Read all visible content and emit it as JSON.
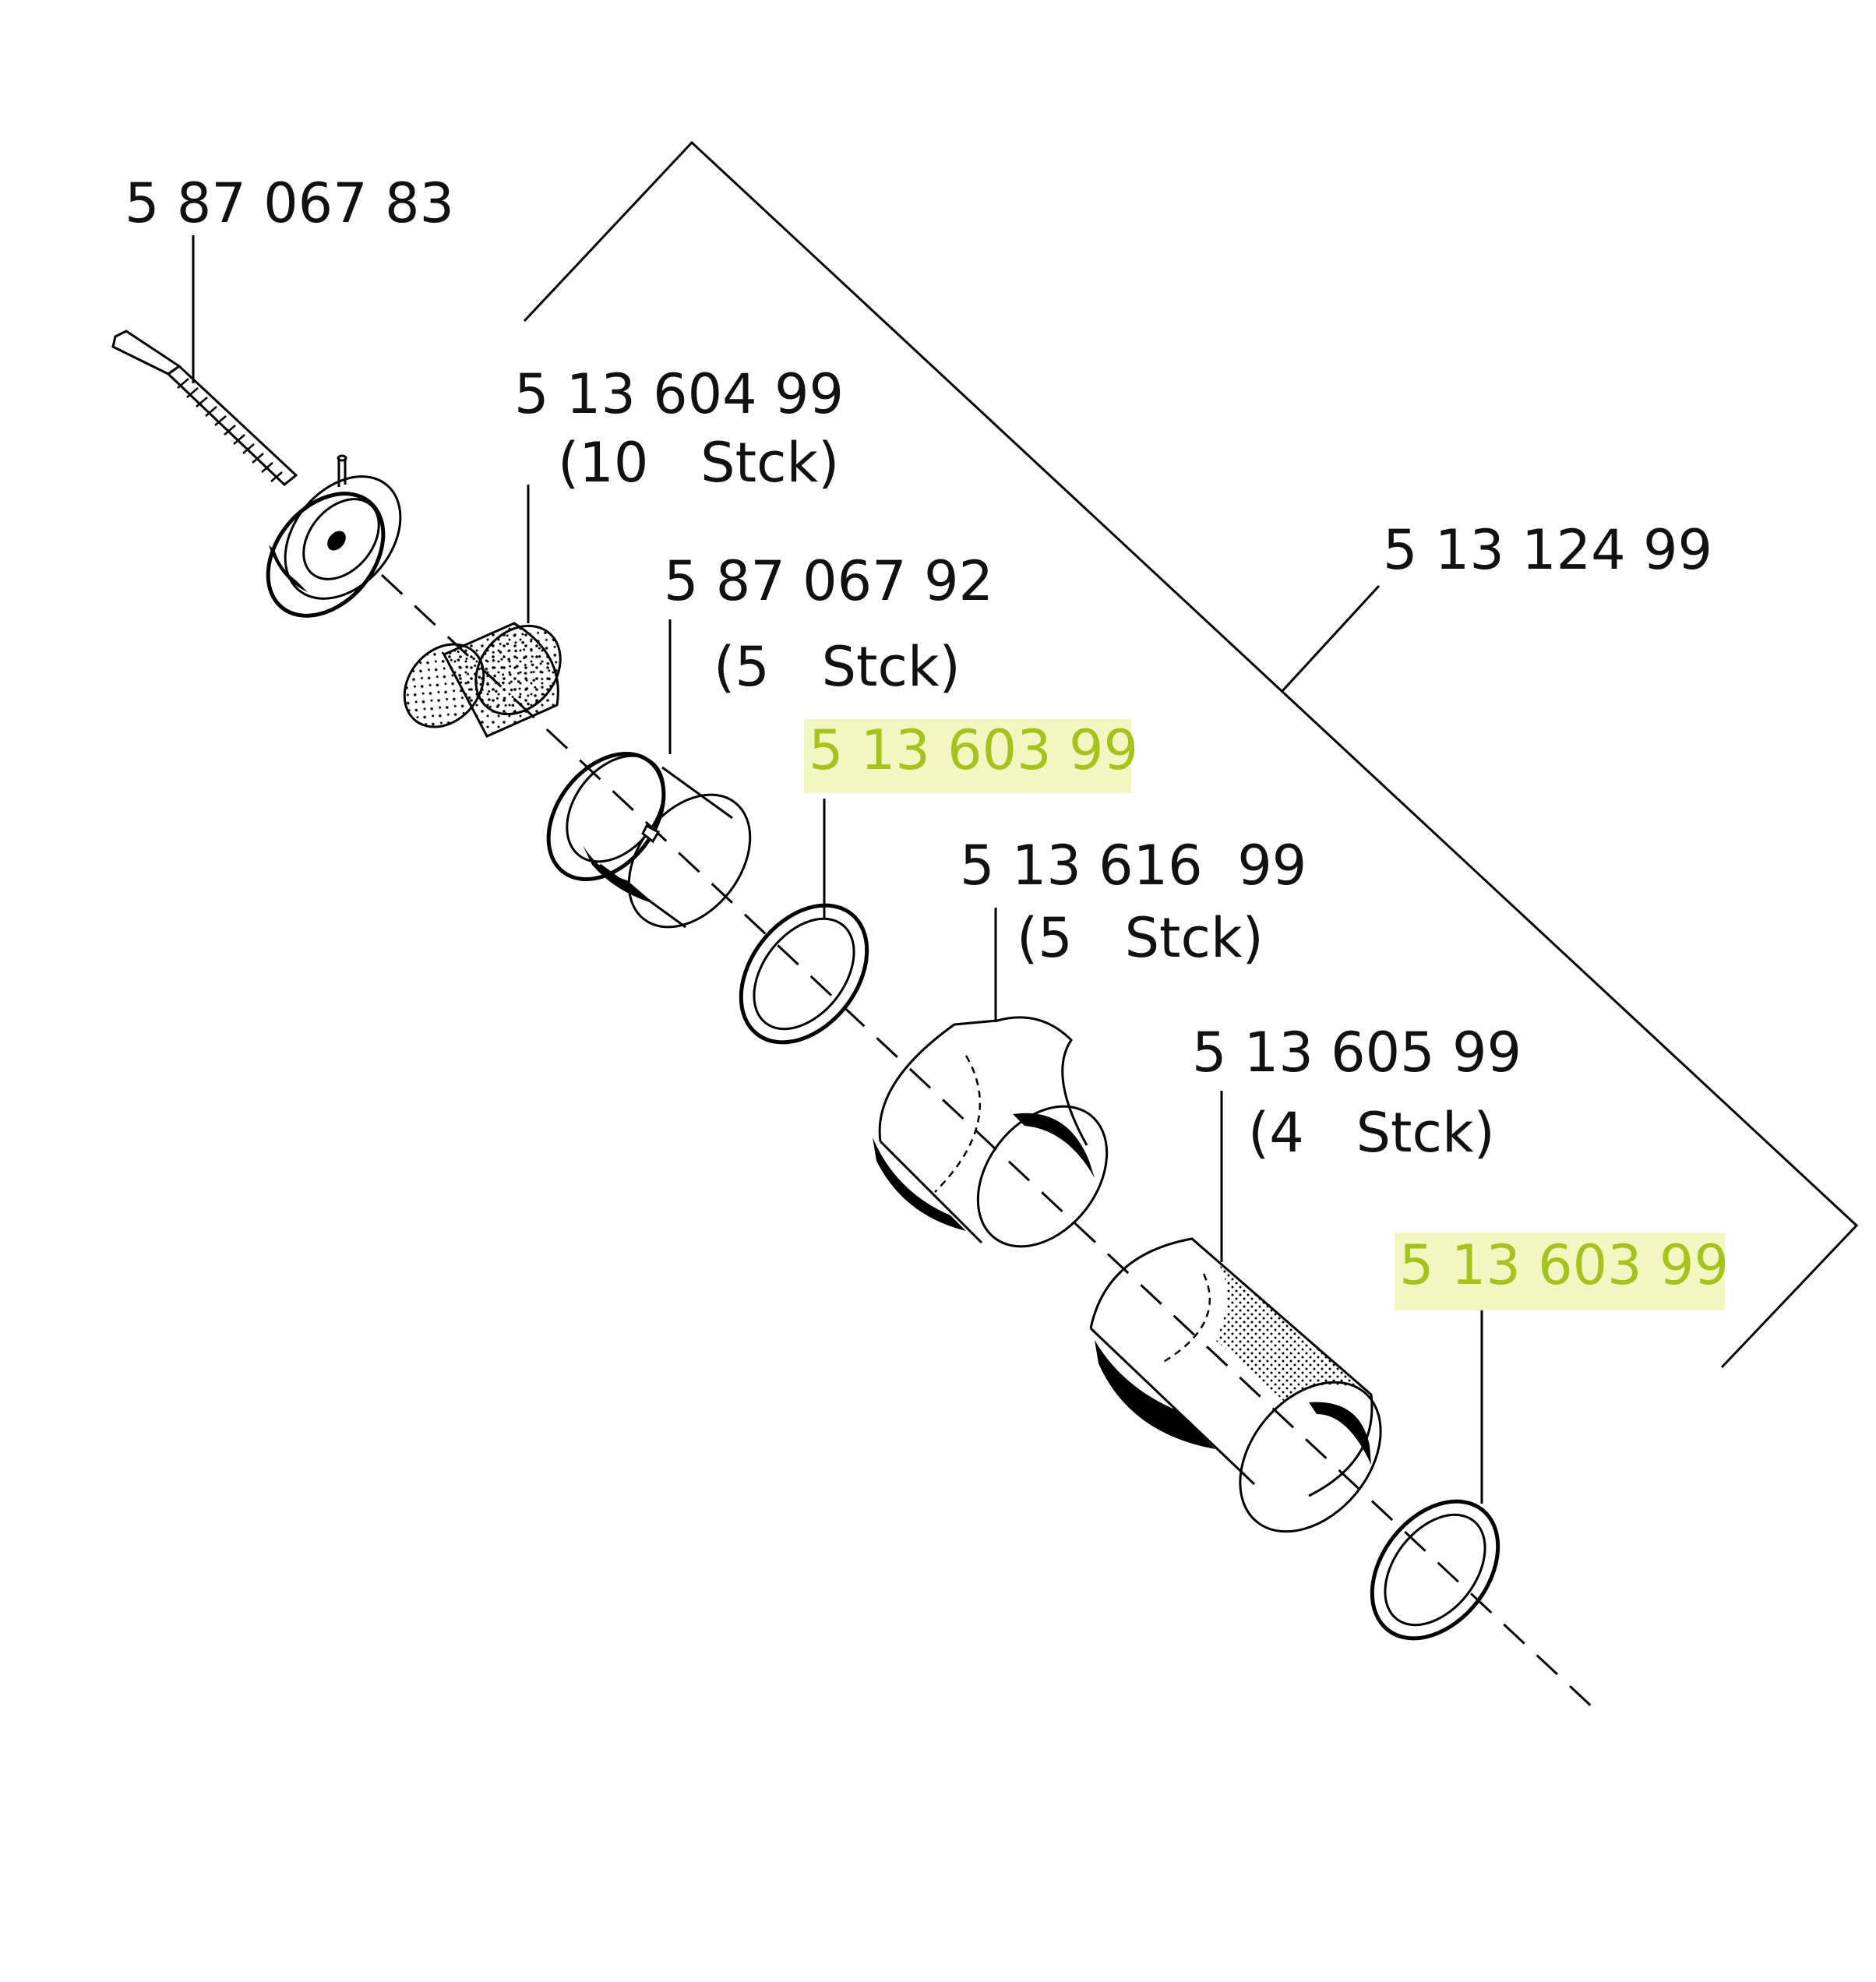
{
  "labels": {
    "nozzle": "5 87 067 83",
    "assembly": "5 13 124 99",
    "filter_part": "5 13 604 99",
    "filter_qty": "(10   Stck)",
    "cap_part": "5 87 067 92",
    "cap_qty": "(5   Stck)",
    "ring_upper": "5 13 603 99",
    "sleeve_part": "5 13 616  99",
    "sleeve_qty": "(5   Stck)",
    "tube_part": "5 13 605 99",
    "tube_qty": "(4   Stck)",
    "ring_lower": "5 13 603 99"
  },
  "colors": {
    "highlight_background": "#f2f7c2",
    "highlight_text": "#a6c21c",
    "line": "#000000"
  }
}
